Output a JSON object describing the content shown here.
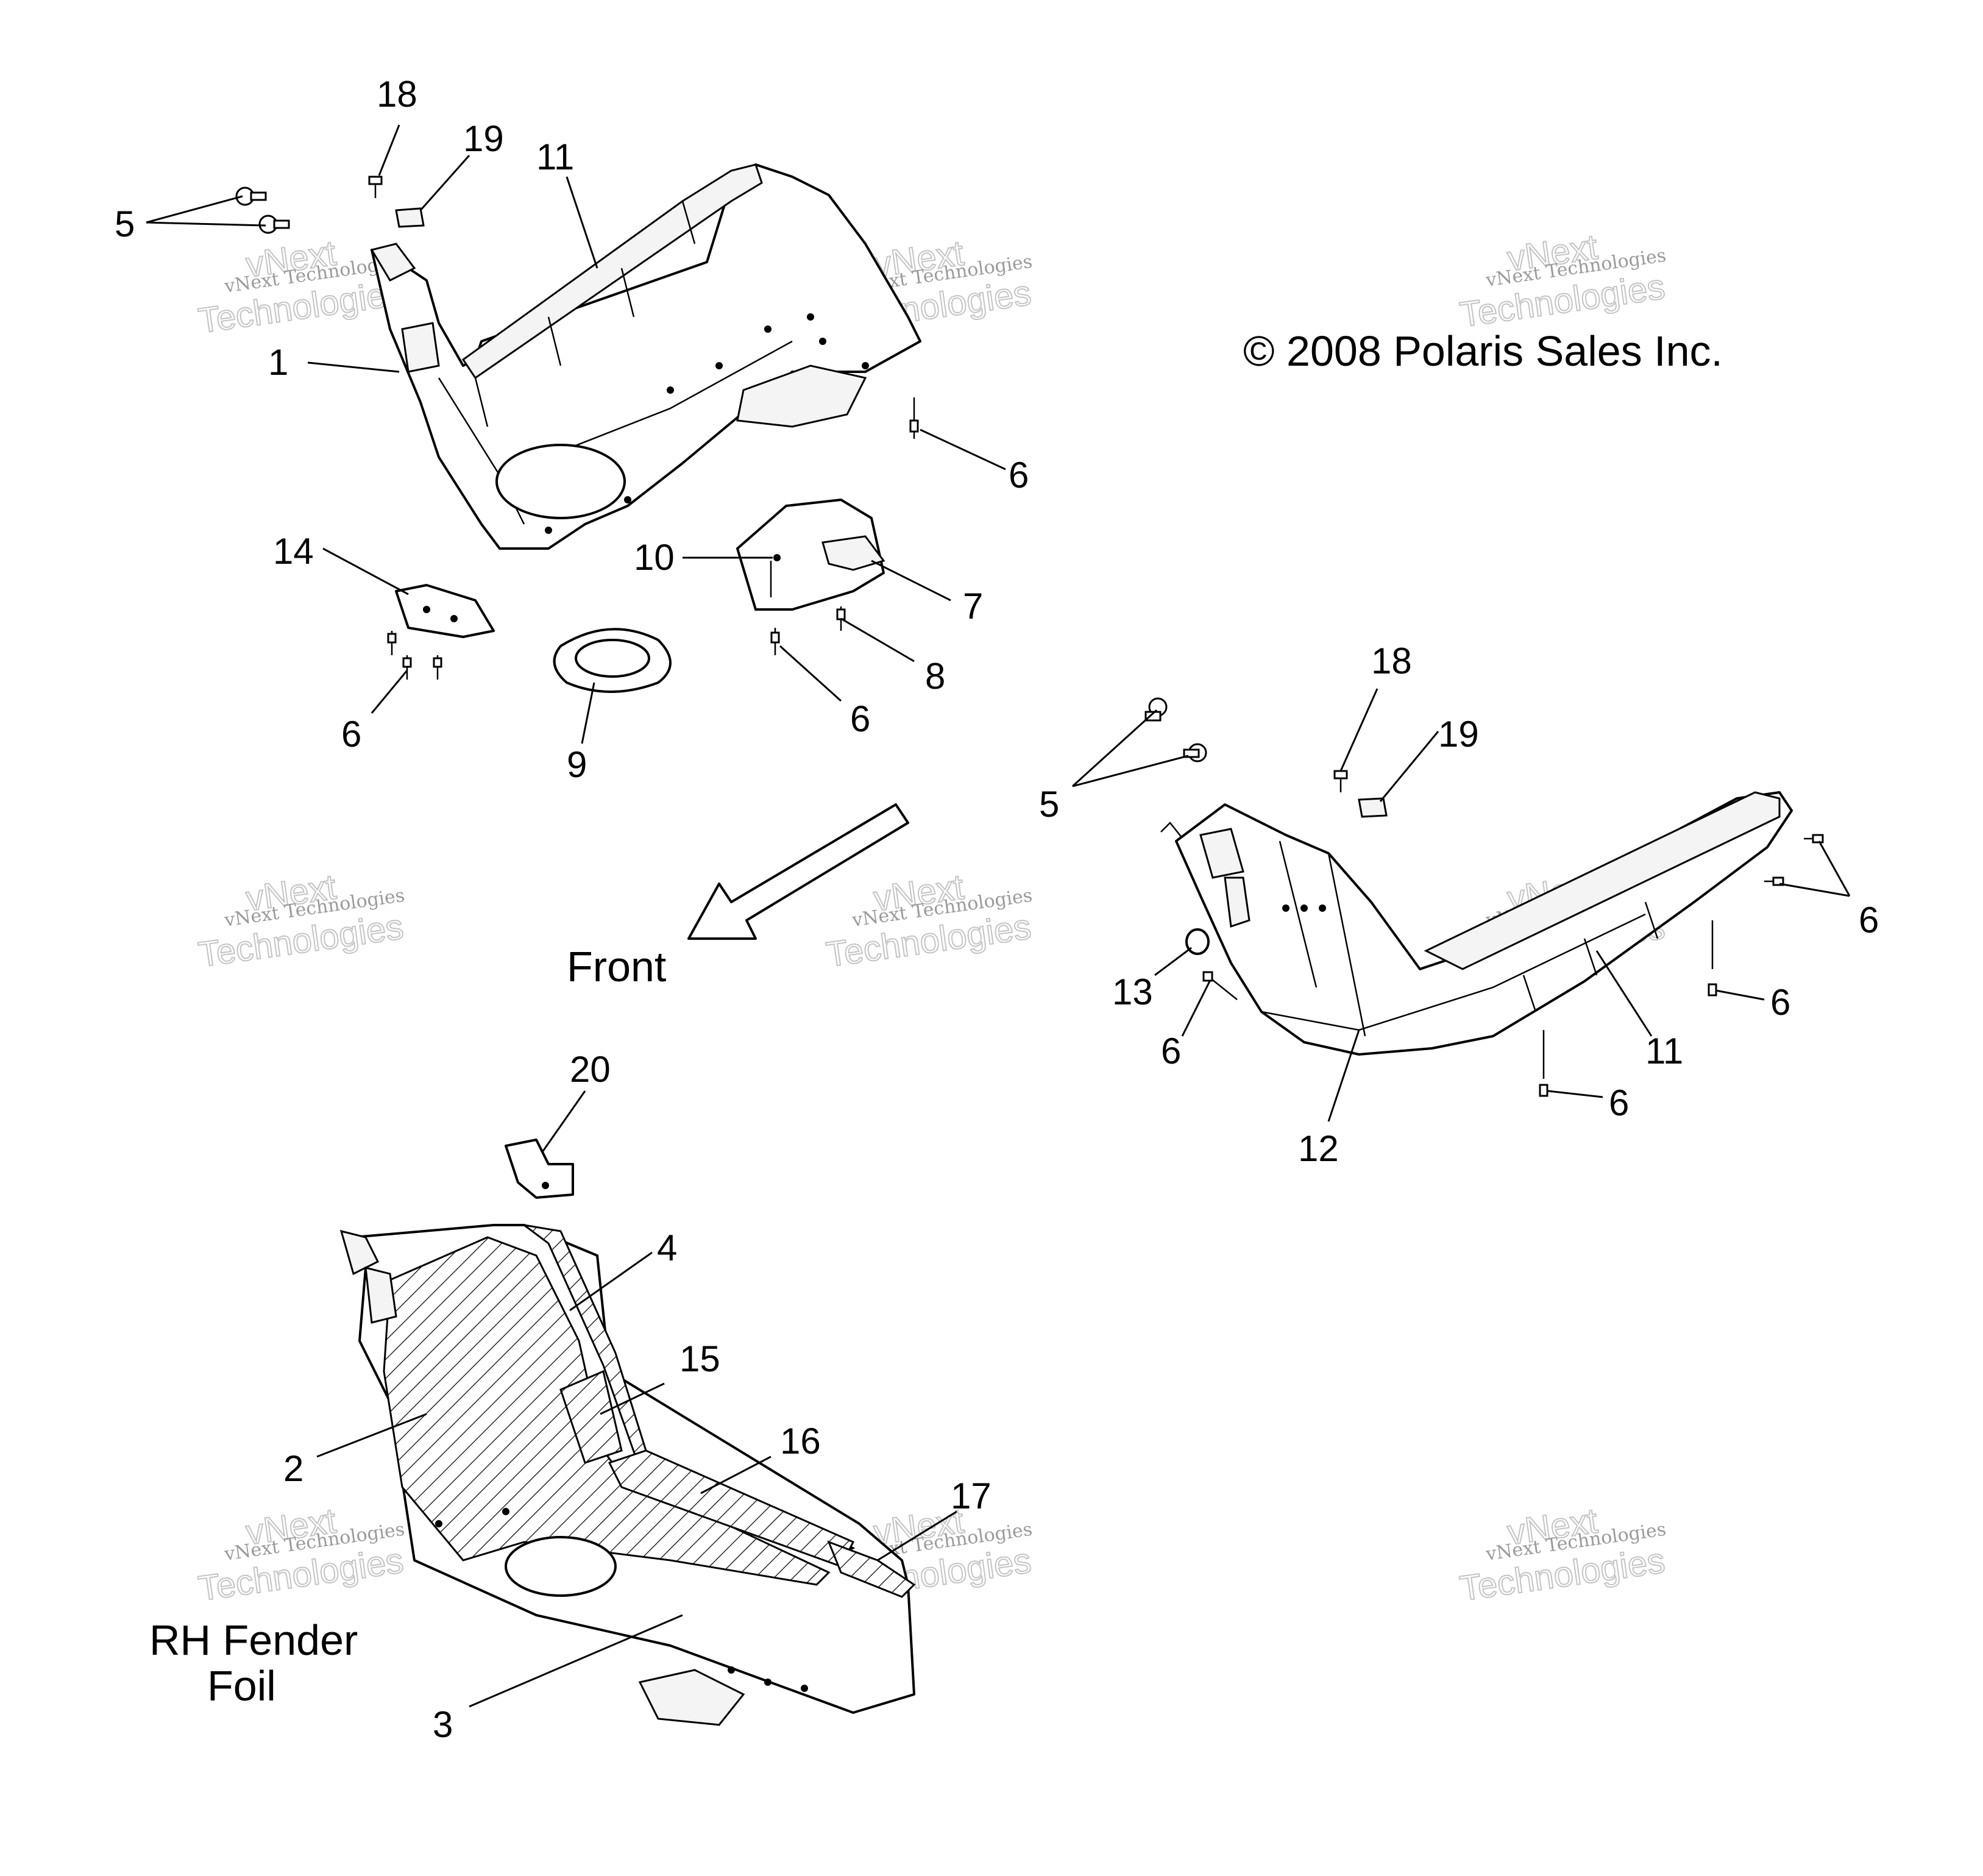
{
  "diagram": {
    "copyright": "© 2008 Polaris Sales Inc.",
    "front_label": "Front",
    "section_label_line1": "RH Fender",
    "section_label_line2": "Foil",
    "watermark": {
      "small": "vNext Technologies",
      "big_line1": "vNext",
      "big_line2": "Technologies"
    },
    "callouts": {
      "c1": "1",
      "c2": "2",
      "c3": "3",
      "c4": "4",
      "c5a": "5",
      "c5b": "5",
      "c6a": "6",
      "c6b": "6",
      "c6c": "6",
      "c6d": "6",
      "c6e": "6",
      "c6f": "6",
      "c6g": "6",
      "c7": "7",
      "c8": "8",
      "c9": "9",
      "c10": "10",
      "c11a": "11",
      "c11b": "11",
      "c12": "12",
      "c13": "13",
      "c14": "14",
      "c15": "15",
      "c16": "16",
      "c17": "17",
      "c18a": "18",
      "c18b": "18",
      "c19a": "19",
      "c19b": "19",
      "c20": "20"
    }
  }
}
